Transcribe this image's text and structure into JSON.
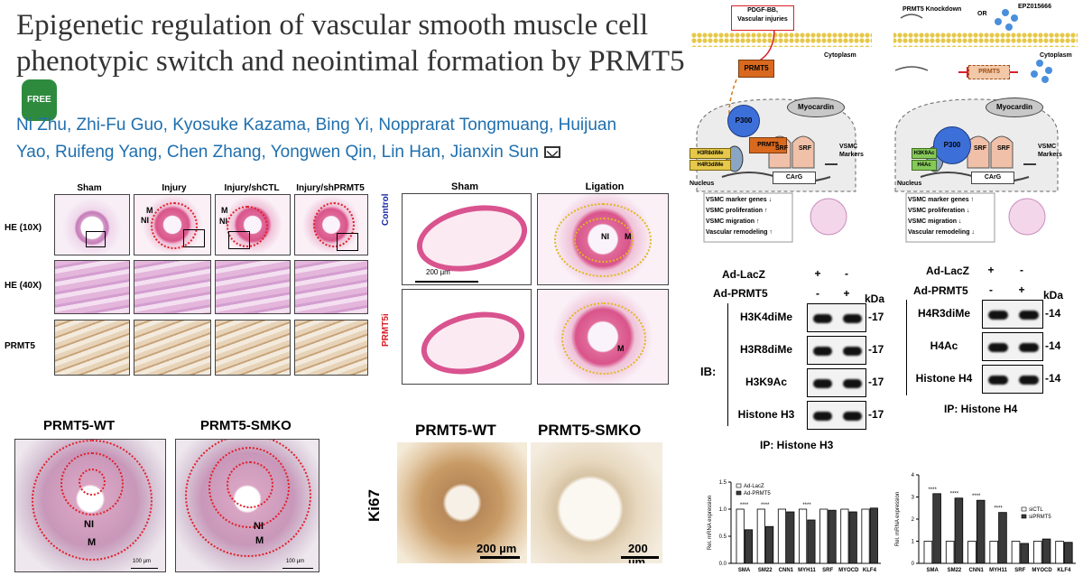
{
  "header": {
    "title": "Epigenetic regulation of vascular smooth muscle cell phenotypic switch and neointimal formation by PRMT5",
    "badge": "FREE",
    "authors": [
      "Ni Zhu",
      "Zhi-Fu Guo",
      "Kyosuke Kazama",
      "Bing Yi",
      "Nopprarat Tongmuang",
      "Huijuan Yao",
      "Ruifeng Yang",
      "Chen Zhang",
      "Yongwen Qin",
      "Lin Han",
      "Jianxin Sun"
    ],
    "mail_icon": "envelope-icon"
  },
  "histology_grid": {
    "columns": [
      "Sham",
      "Injury",
      "Injury/shCTL",
      "Injury/shPRMT5"
    ],
    "rows": [
      "HE (10X)",
      "HE (40X)",
      "PRMT5"
    ],
    "markers": {
      "m": "M",
      "ni": "NI"
    }
  },
  "ligation_panel": {
    "columns": [
      "Sham",
      "Ligation"
    ],
    "rows": [
      "Control",
      "PRMT5i"
    ],
    "scale": "200 µm",
    "markers": {
      "ni": "NI",
      "m": "M"
    },
    "row_colors": {
      "control": "#1a2aa8",
      "prmt5i": "#d8202a"
    }
  },
  "he_ko_panel": {
    "labels": [
      "PRMT5-WT",
      "PRMT5-SMKO"
    ],
    "markers": {
      "ni": "NI",
      "m": "M"
    },
    "scale": "100 µm"
  },
  "ki67_panel": {
    "labels": [
      "PRMT5-WT",
      "PRMT5-SMKO"
    ],
    "row": "Ki67",
    "scale": "200 µm"
  },
  "schematic": {
    "left": {
      "stimulus": "PDGF-BB,\nVascular injuries",
      "cytoplasm": "Cytoplasm",
      "prmt5": "PRMT5",
      "p300": "P300",
      "myocardin": "Myocardin",
      "srf": "SRF",
      "marks": [
        "H3R8diMe",
        "H4R3diMe"
      ],
      "carg": "CArG",
      "markers": "VSMC\nMarkers",
      "nucleus": "Nucleus",
      "outcomes": [
        "VSMC marker genes",
        "VSMC proliferation",
        "VSMC migration",
        "Vascular remodeling"
      ],
      "arrows": [
        "↓",
        "↑",
        "↑",
        "↑"
      ]
    },
    "right": {
      "knockdown": "PRMT5 Knockdown",
      "or": "OR",
      "drug": "EPZ015666",
      "cytoplasm": "Cytoplasm",
      "prmt5": "PRMT5",
      "p300": "P300",
      "myocardin": "Myocardin",
      "srf": "SRF",
      "marks": [
        "H3K9Ac",
        "H4Ac"
      ],
      "carg": "CArG",
      "markers": "VSMC\nMarkers",
      "nucleus": "Nucleus",
      "outcomes": [
        "VSMC marker genes",
        "VSMC proliferation",
        "VSMC migration",
        "Vascular remodeling"
      ],
      "arrows": [
        "↑",
        "↓",
        "↓",
        "↓"
      ]
    }
  },
  "western": {
    "left": {
      "rows": [
        "Ad-LacZ",
        "Ad-PRMT5"
      ],
      "signs": [
        [
          "+",
          "-"
        ],
        [
          "-",
          "+"
        ]
      ],
      "kda": "kDa",
      "ib": "IB:",
      "bands": [
        "H3K4diMe",
        "H3R8diMe",
        "H3K9Ac",
        "Histone H3"
      ],
      "sizes": [
        "17",
        "17",
        "17",
        "17"
      ],
      "ip": "IP: Histone H3"
    },
    "right": {
      "rows": [
        "Ad-LacZ",
        "Ad-PRMT5"
      ],
      "signs": [
        [
          "+",
          "-"
        ],
        [
          "-",
          "+"
        ]
      ],
      "kda": "kDa",
      "bands": [
        "H4R3diMe",
        "H4Ac",
        "Histone H4"
      ],
      "sizes": [
        "14",
        "14",
        "14"
      ],
      "ip": "IP: Histone H4"
    }
  },
  "chart_data": [
    {
      "type": "bar",
      "ylabel": "Rel. mRNA expression",
      "categories": [
        "SMA",
        "SM22",
        "CNN1",
        "MYH11",
        "SRF",
        "MYOCD",
        "KLF4"
      ],
      "ylim": [
        0,
        1.5
      ],
      "yticks": [
        "0.0",
        "0.5",
        "1.0",
        "1.5"
      ],
      "series": [
        {
          "name": "Ad-LacZ",
          "color": "#ffffff",
          "values": [
            1.0,
            1.0,
            1.0,
            1.0,
            1.0,
            1.0,
            1.0
          ]
        },
        {
          "name": "Ad-PRMT5",
          "color": "#3a3a3a",
          "values": [
            0.62,
            0.68,
            0.95,
            0.8,
            0.98,
            0.95,
            1.02
          ]
        }
      ],
      "significance": [
        "****",
        "****",
        "",
        "****",
        "",
        "",
        ""
      ]
    },
    {
      "type": "bar",
      "ylabel": "Rel. mRNA expression",
      "categories": [
        "SMA",
        "SM22",
        "CNN1",
        "MYH11",
        "SRF",
        "MYOCD",
        "KLF4"
      ],
      "ylim": [
        0,
        4
      ],
      "yticks": [
        "0",
        "1",
        "2",
        "3",
        "4"
      ],
      "series": [
        {
          "name": "siCTL",
          "color": "#ffffff",
          "values": [
            1.0,
            1.0,
            1.0,
            1.0,
            1.0,
            1.0,
            1.0
          ]
        },
        {
          "name": "siPRMT5",
          "color": "#3a3a3a",
          "values": [
            3.15,
            2.95,
            2.85,
            2.3,
            0.9,
            1.1,
            0.95
          ]
        }
      ],
      "significance": [
        "****",
        "****",
        "****",
        "****",
        "",
        "",
        ""
      ]
    }
  ]
}
